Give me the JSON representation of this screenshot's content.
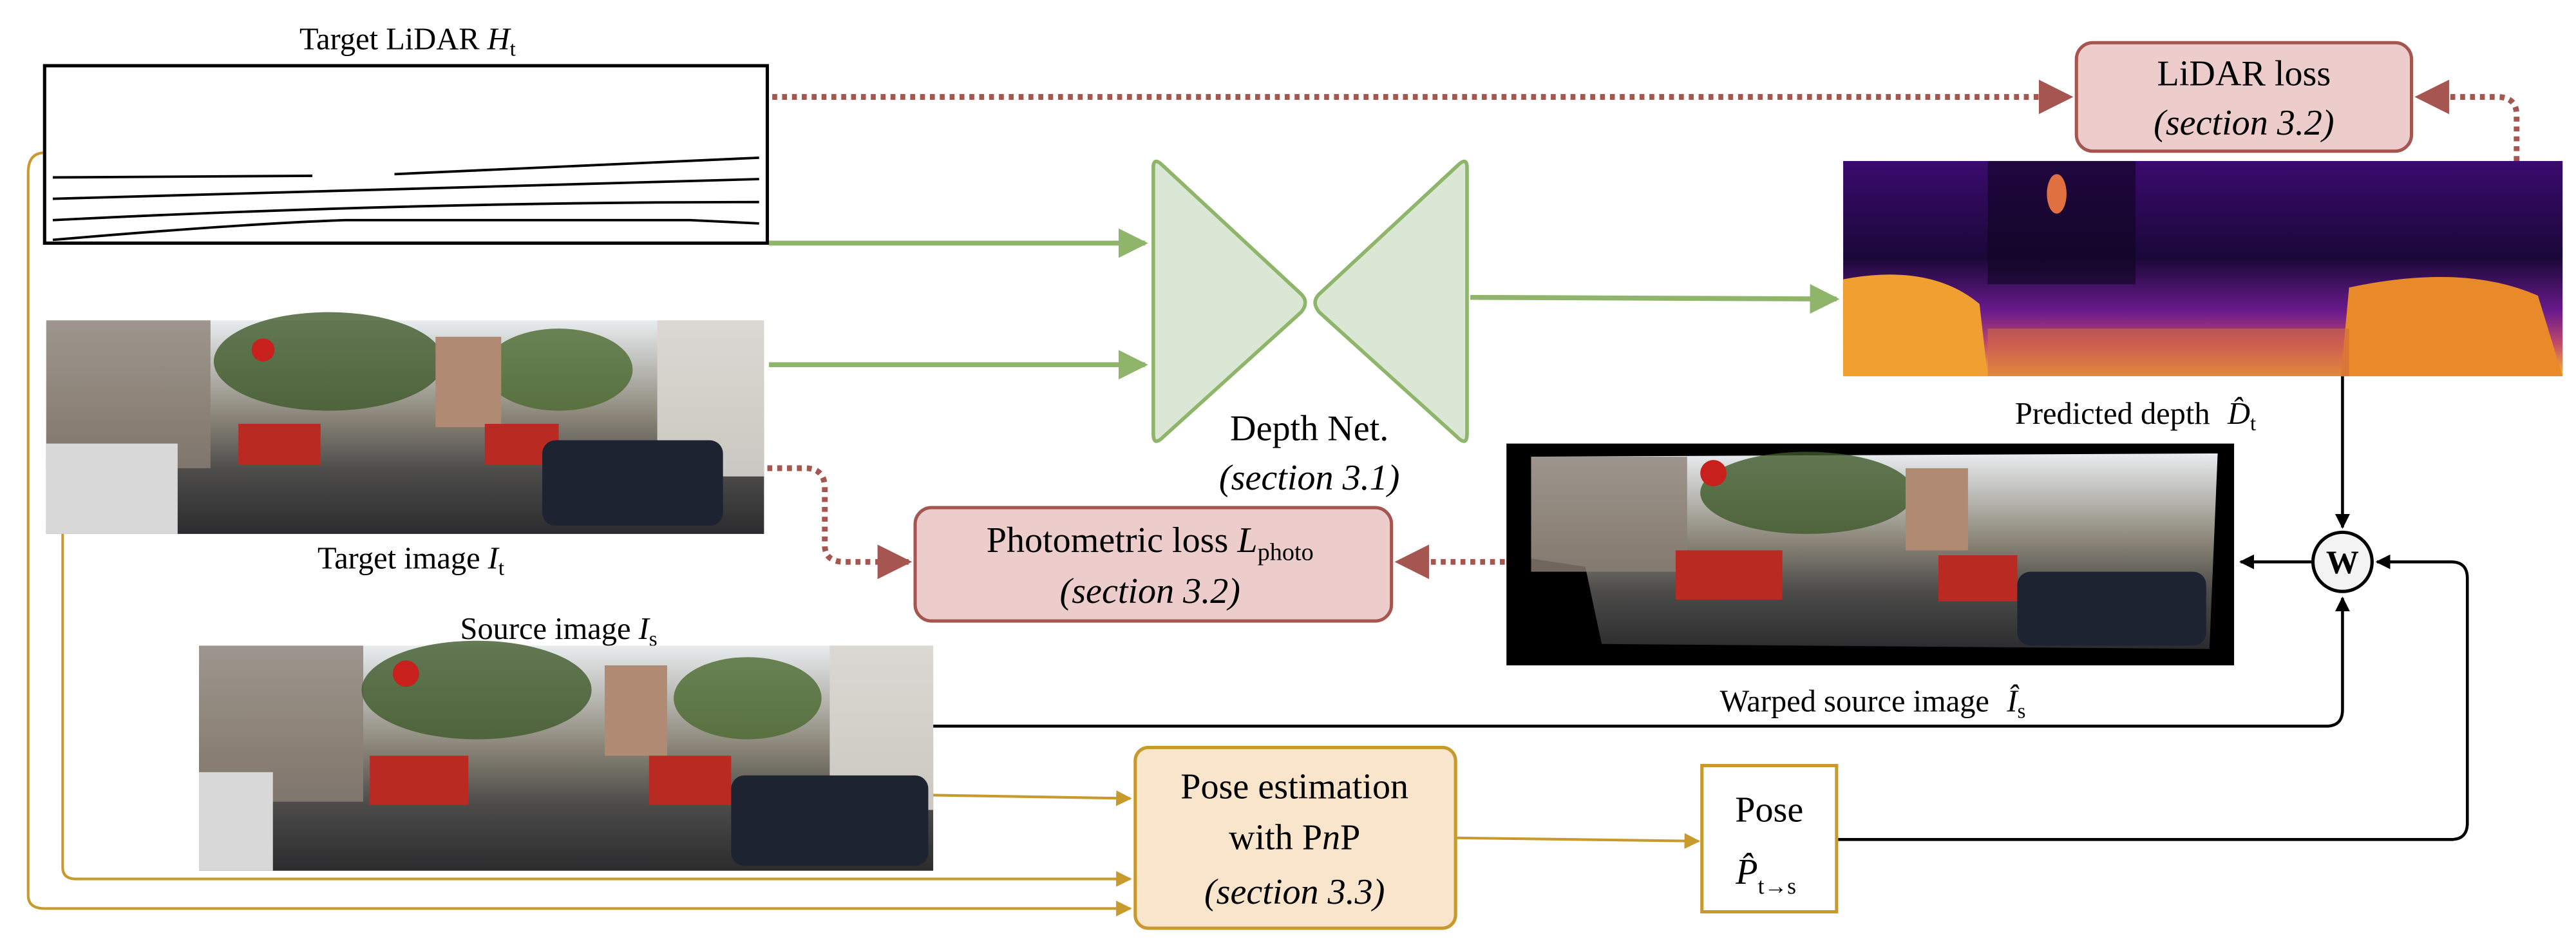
{
  "inputs": {
    "lidar": {
      "label": "Target LiDAR",
      "symbol": "H",
      "subscript": "t"
    },
    "target_image": {
      "label": "Target image",
      "symbol": "I",
      "subscript": "t"
    },
    "source_image": {
      "label": "Source image",
      "symbol": "I",
      "subscript": "s"
    }
  },
  "depth_net": {
    "title": "Depth Net.",
    "section": "(section 3.1)"
  },
  "predicted_depth": {
    "label": "Predicted depth",
    "symbol": "D̂",
    "subscript": "t"
  },
  "lidar_loss": {
    "title": "LiDAR loss",
    "section": "(section 3.2)"
  },
  "photometric_loss": {
    "title": "Photometric loss",
    "symbol": "L",
    "subscript": "photo",
    "section": "(section 3.2)"
  },
  "warped_image": {
    "label": "Warped source image",
    "symbol": "Î",
    "subscript": "s"
  },
  "warp_op": {
    "symbol": "W"
  },
  "pose_estimation": {
    "line1": "Pose estimation",
    "line2_prefix": "with P",
    "line2_italic": "n",
    "line2_suffix": "P",
    "section": "(section 3.3)"
  },
  "pose": {
    "title": "Pose",
    "symbol": "P̂",
    "subscript": "t→s"
  },
  "colors": {
    "green": "#8fb56a",
    "green_fill": "#d9e7d4",
    "loss_stroke": "#a65650",
    "loss_fill": "#edcdcb",
    "pose_stroke": "#c89a2e",
    "pose_fill": "#f9e5cc",
    "black": "#000000"
  }
}
